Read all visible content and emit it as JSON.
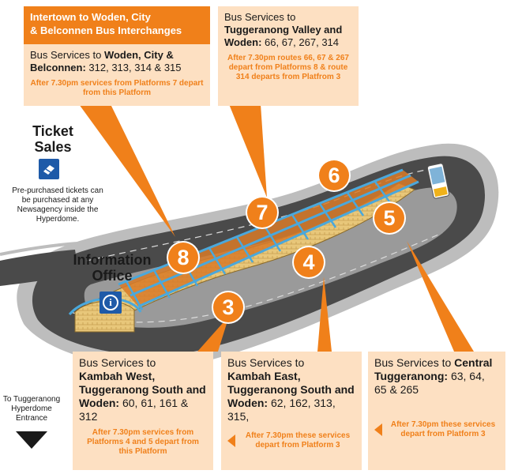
{
  "colors": {
    "accent": "#f0801a",
    "box_bg": "#fde0c2",
    "road": "#4a4a4a",
    "shelter": "#4aa8dc",
    "icon_blue": "#1e5aa8"
  },
  "header": {
    "title_line1": "Intertown to Woden, City",
    "title_line2": "& Belconnen Bus Interchanges"
  },
  "box_platform8": {
    "lead": "Bus Services to ",
    "strong": "Woden, City & Belconnen:",
    "routes": " 312, 313, 314 & 315",
    "note": "After 7.30pm services from Platforms 7 depart from this Platform"
  },
  "box_platform7": {
    "lead": "Bus Services to",
    "strong": "Tuggeranong Valley and Woden:",
    "routes": " 66, 67, 267, 314",
    "note": "After 7.30pm routes 66, 67 & 267 depart from Platforms 8 & route 314 departs from Platfrom 3"
  },
  "box_platform3": {
    "lead": "Bus Services to",
    "strong": "Kambah West, Tuggeranong South and Woden:",
    "routes": " 60, 61, 161 & 312",
    "note": "After 7.30pm services from Platforms 4 and 5 depart from this Platform"
  },
  "box_platform4": {
    "lead": "Bus Services to",
    "strong": "Kambah East, Tuggeranong South and Woden:",
    "routes": " 62, 162, 313, 315,",
    "note": "After 7.30pm these services depart from Platform 3"
  },
  "box_platform5": {
    "lead": "Bus Services to ",
    "strong": "Central Tuggeranong:",
    "routes": " 63, 64, 65 & 265",
    "note": "After 7.30pm these services depart from Platform 3"
  },
  "platform_numbers": {
    "p8": "8",
    "p7": "7",
    "p6": "6",
    "p5": "5",
    "p4": "4",
    "p3": "3"
  },
  "ticket_sales": {
    "title_line1": "Ticket",
    "title_line2": "Sales",
    "text": "Pre-purchased tickets can be purchased at any Newsagency inside the Hyperdome.",
    "icon": "ticket-icon"
  },
  "information_office": {
    "title_line1": "Information",
    "title_line2": "Office",
    "icon": "information-icon",
    "glyph": "i"
  },
  "entrance": {
    "text": "To Tuggeranong Hyperdome Entrance",
    "icon": "arrow-down-icon"
  }
}
